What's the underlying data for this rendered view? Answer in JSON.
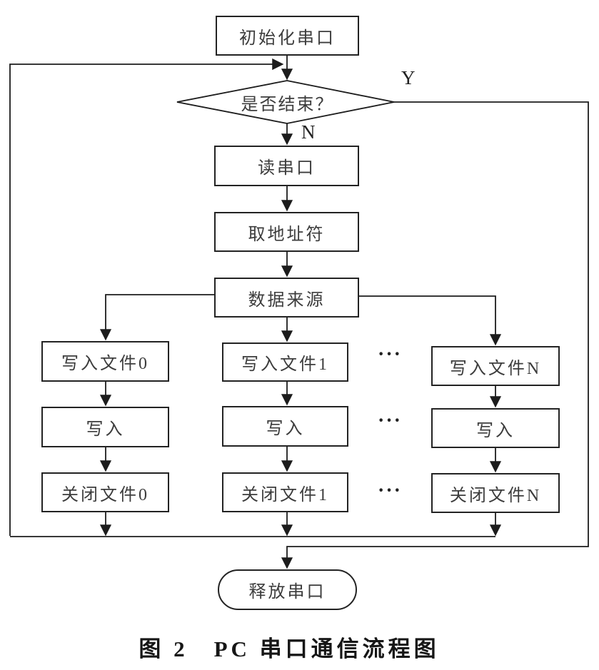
{
  "figure": {
    "caption": "图 2　PC 串口通信流程图"
  },
  "flowchart": {
    "init": {
      "label": "初始化串口"
    },
    "decision": {
      "label": "是否结束？",
      "yes": "Y",
      "no": "N"
    },
    "read_serial": {
      "label": "读串口"
    },
    "get_address": {
      "label": "取地址符"
    },
    "data_source": {
      "label": "数据来源"
    },
    "columns": [
      {
        "write_open": "写入文件0",
        "write": "写入",
        "close": "关闭文件0"
      },
      {
        "write_open": "写入文件1",
        "write": "写入",
        "close": "关闭文件1"
      },
      {
        "write_open": "写入文件N",
        "write": "写入",
        "close": "关闭文件N"
      }
    ],
    "ellipsis": "···",
    "release": {
      "label": "释放串口"
    }
  },
  "colors": {
    "background": "#ffffff",
    "line": "#1c1c1c",
    "box_text": "#3c3c3c",
    "caption_text": "#161616"
  }
}
